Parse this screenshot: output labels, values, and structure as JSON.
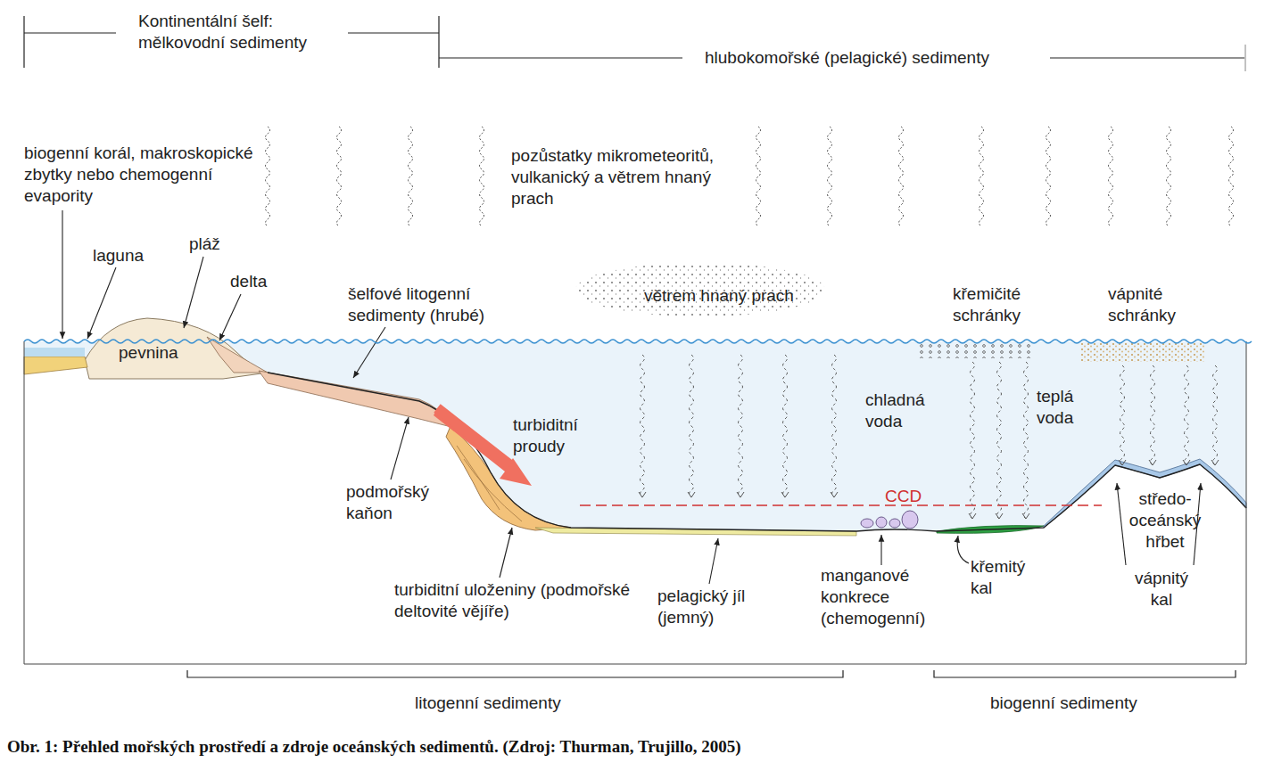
{
  "diagram": {
    "caption": "Obr. 1: Přehled mořských prostředí a zdroje oceánských sedimentů. (Zdroj: Thurman, Trujillo, 2005)",
    "labels": [
      "Kontinentální šelf: mělkovodní sedimenty",
      "hlubokomořské (pelagické) sedimenty",
      "biogenní korál, makroskopické zbytky nebo chemogenní evapority",
      "pozůstatky mikrometeoritů, vulkanický a větrem hnaný prach",
      "laguna",
      "pláž",
      "delta",
      "pevnina",
      "šelfové litogenní sedimenty (hrubé)",
      "větrem hnaný prach",
      "křemičité schránky",
      "vápnité schránky",
      "chladná voda",
      "teplá voda",
      "turbiditní proudy",
      "podmořský kaňon",
      "CCD",
      "středo- oceánský hřbet",
      "manganové konkrece (chemogenní)",
      "křemitý kal",
      "vápnitý kal",
      "turbiditní uloženiny (podmořské deltovité vějíře)",
      "pelagický jíl (jemný)",
      "litogenní sedimenty",
      "biogenní sedimenty"
    ]
  }
}
